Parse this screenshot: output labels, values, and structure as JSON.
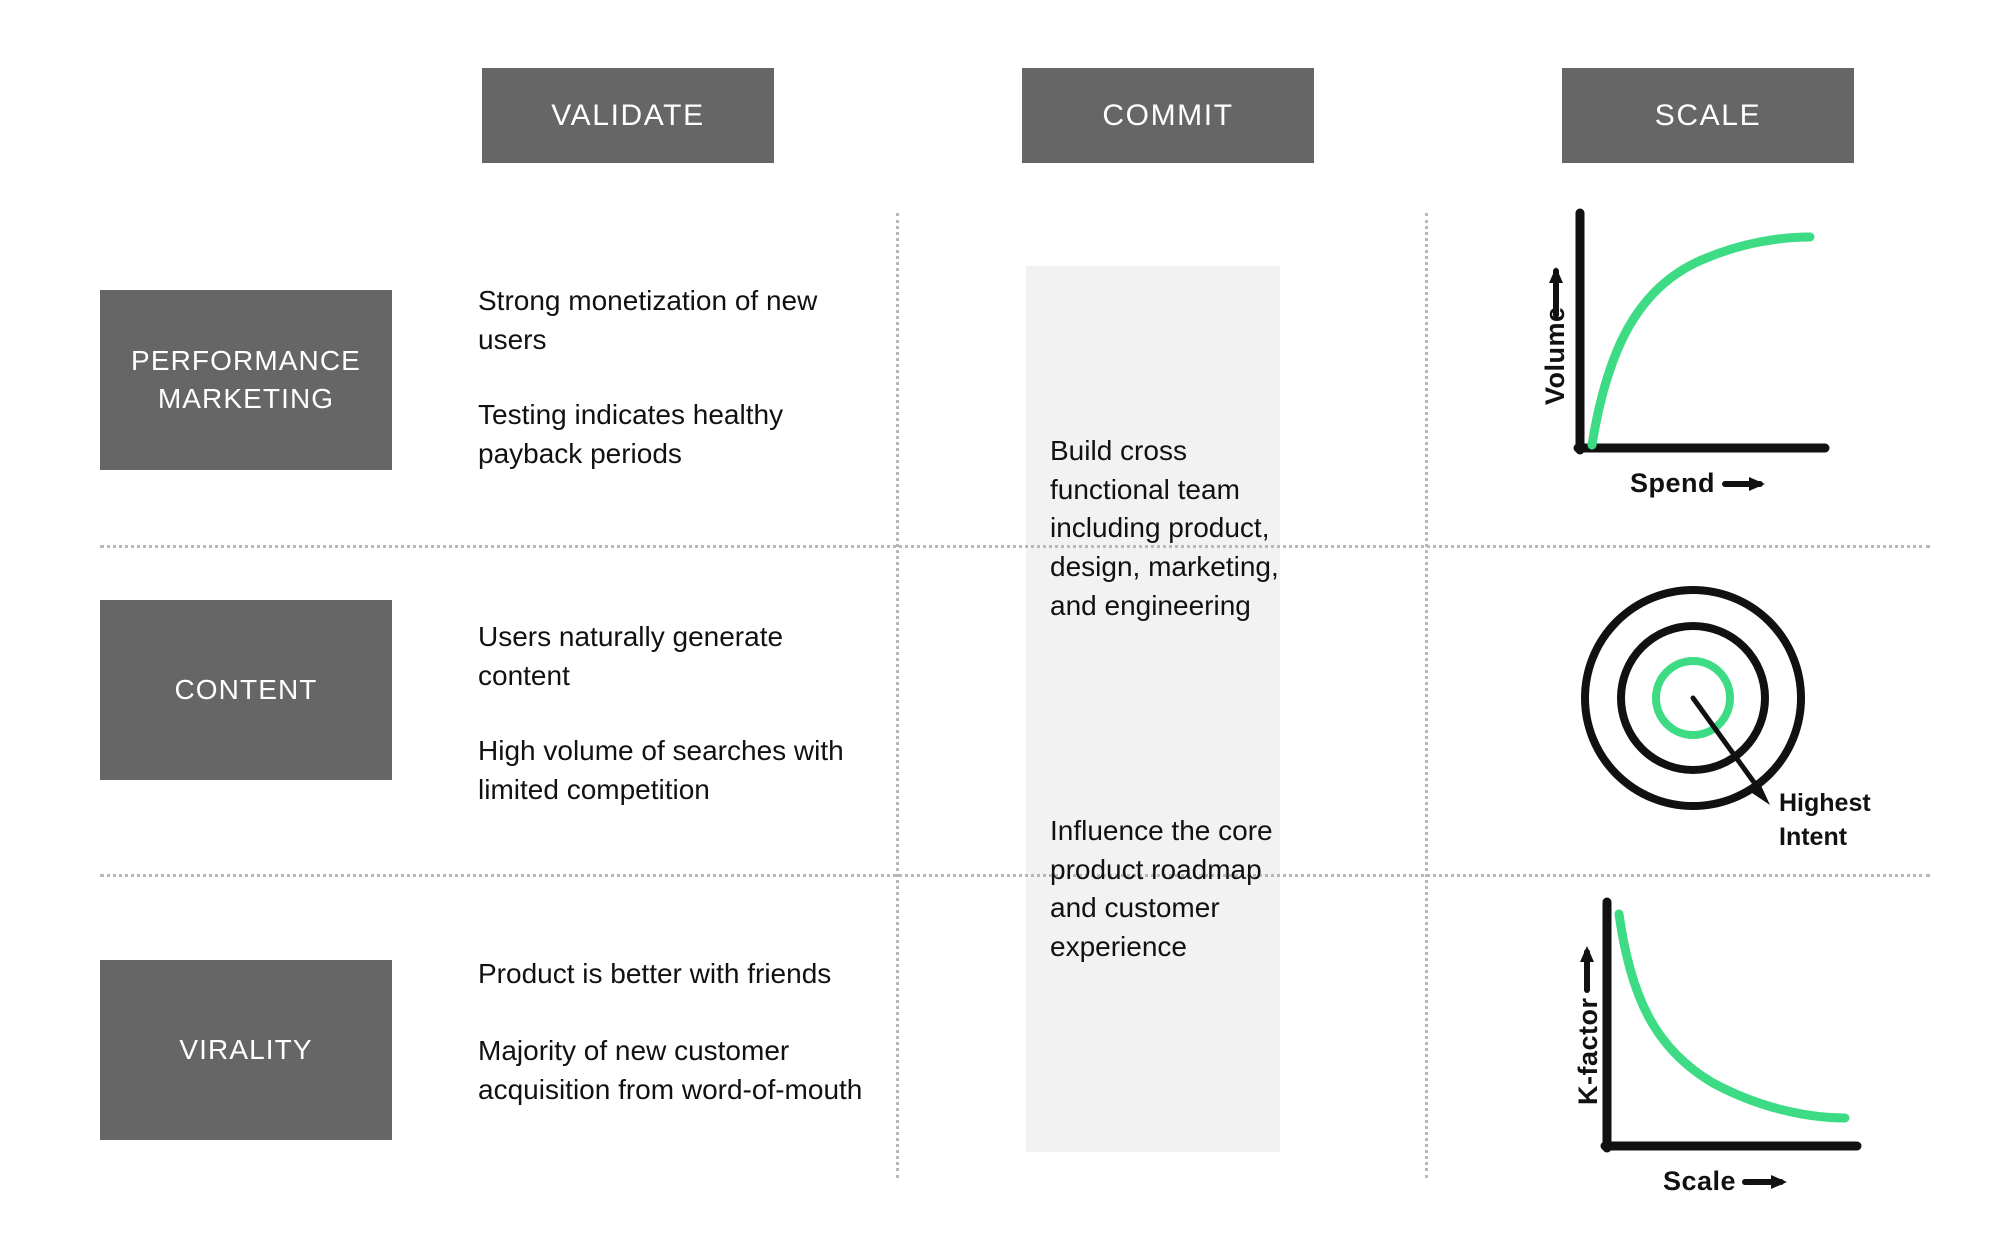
{
  "columns": {
    "validate": {
      "label": "VALIDATE"
    },
    "commit": {
      "label": "COMMIT"
    },
    "scale": {
      "label": "SCALE"
    }
  },
  "rows": [
    {
      "label": "PERFORMANCE MARKETING",
      "validate": [
        "Strong monetization of new users",
        "Testing indicates healthy payback periods"
      ]
    },
    {
      "label": "CONTENT",
      "validate": [
        "Users naturally generate content",
        "High volume of searches with limited competition"
      ]
    },
    {
      "label": "VIRALITY",
      "validate": [
        "Product is better with friends",
        "Majority of new customer acquisition from word-of-mouth"
      ]
    }
  ],
  "commit": {
    "items": [
      "Build cross functional team including product, design, marketing, and engineering",
      "Influence the core product roadmap and customer experience"
    ]
  },
  "scale_visuals": [
    {
      "type": "line",
      "name": "spend-volume-chart",
      "xlabel": "Spend",
      "ylabel": "Volume",
      "shape": "concave-increasing-saturating",
      "curve_color": "#3ddc84",
      "axis_color": "#111111"
    },
    {
      "type": "bullseye",
      "name": "intent-bullseye",
      "annotation": "Highest Intent",
      "rings": 3,
      "inner_ring_color": "#3ddc84",
      "outer_ring_color": "#111111"
    },
    {
      "type": "line",
      "name": "scale-kfactor-chart",
      "xlabel": "Scale",
      "ylabel": "K-factor",
      "shape": "convex-decreasing-decay",
      "curve_color": "#3ddc84",
      "axis_color": "#111111"
    }
  ],
  "colors": {
    "box_gray": "#666666",
    "panel_gray": "#f2f2f2",
    "grid_dot": "#b8b8b8",
    "accent_green": "#3ddc84",
    "ink": "#111111"
  },
  "annotations": {
    "highest_intent": "Highest Intent",
    "spend": "Spend",
    "volume": "Volume",
    "scale": "Scale",
    "kfactor": "K-factor"
  }
}
